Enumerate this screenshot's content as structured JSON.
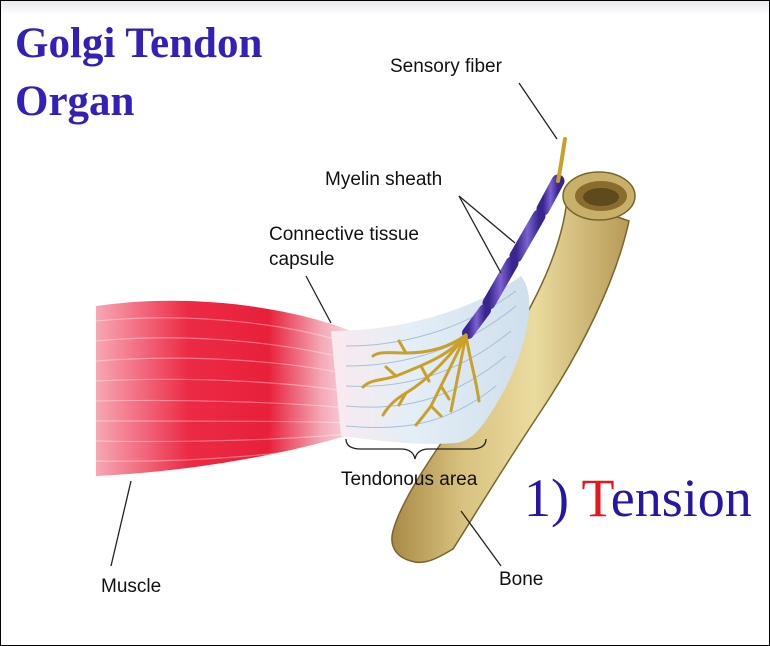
{
  "title": {
    "line1": "Golgi Tendon",
    "line2": "Organ"
  },
  "labels": {
    "sensory_fiber": "Sensory fiber",
    "myelin_sheath": "Myelin sheath",
    "capsule_line1": "Connective tissue",
    "capsule_line2": "capsule",
    "tendonous_area": "Tendonous area",
    "muscle": "Muscle",
    "bone": "Bone"
  },
  "caption": {
    "number": "1)",
    "first_letter": "T",
    "rest": "ension"
  },
  "colors": {
    "title": "#3320b8",
    "caption": "#2616a8",
    "caption_accent": "#e8161c",
    "muscle": "#e8203a",
    "tendon": "#dfe9f2",
    "bone": "#e2cf8e",
    "myelin": "#5a3fb0",
    "nerve_endings": "#c9a12a"
  }
}
